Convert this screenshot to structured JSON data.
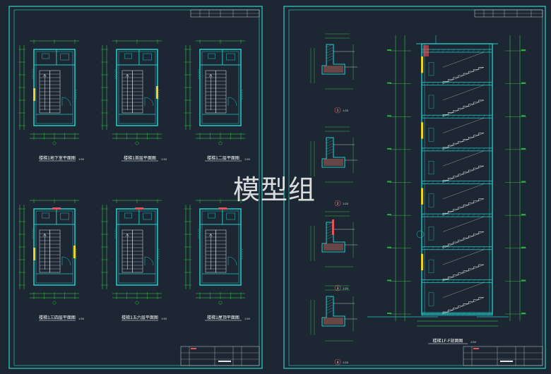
{
  "colors": {
    "background": "#1d2733",
    "sheet_border": "#2fd0c8",
    "wall": "#22c7c4",
    "dimension": "#39e04a",
    "stair": "#e8e8e8",
    "accent_red": "#e8535a",
    "accent_yellow": "#f0d321"
  },
  "left_sheet": {
    "plans": [
      {
        "title": "楼梯1地下室平面图",
        "scale": "1:50"
      },
      {
        "title": "楼梯1首层平面图",
        "scale": "1:50"
      },
      {
        "title": "楼梯1二层平面图",
        "scale": "1:50"
      },
      {
        "title": "楼梯1三四层平面图",
        "scale": "1:50"
      },
      {
        "title": "楼梯1五六层平面图",
        "scale": "1:50"
      },
      {
        "title": "楼梯1屋顶平面图",
        "scale": "1:50"
      }
    ]
  },
  "right_sheet": {
    "section_title": "楼梯1F-F剖面图",
    "section_scale": "1:50",
    "details": [
      {
        "label": "1",
        "scale": "1:20"
      },
      {
        "label": "2",
        "scale": "1:20"
      },
      {
        "label": "3",
        "scale": "1:20"
      },
      {
        "label": "4",
        "scale": "1:20"
      }
    ]
  },
  "watermark": "模型组"
}
